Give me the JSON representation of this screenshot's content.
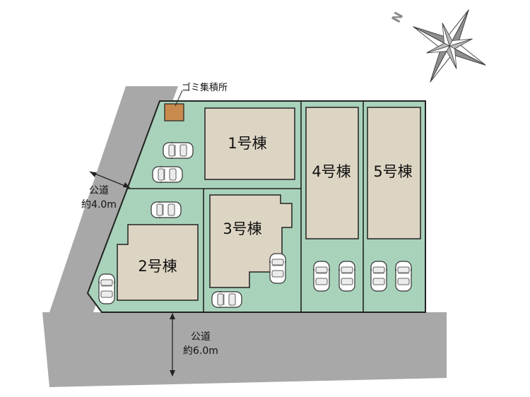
{
  "map": {
    "garbage_label": "ゴミ集積所",
    "road_west": {
      "line1": "公道",
      "line2": "約4.0m"
    },
    "road_south": {
      "line1": "公道",
      "line2": "約6.0m"
    },
    "lots": [
      {
        "label": "1号棟"
      },
      {
        "label": "2号棟"
      },
      {
        "label": "3号棟"
      },
      {
        "label": "4号棟"
      },
      {
        "label": "5号棟"
      }
    ],
    "compass_letter": "N",
    "colors": {
      "road": "#a8a8a8",
      "lot_green": "#a9d2bb",
      "building": "#ddd5c3",
      "garbage": "#c98a4e",
      "outline": "#222222"
    }
  }
}
